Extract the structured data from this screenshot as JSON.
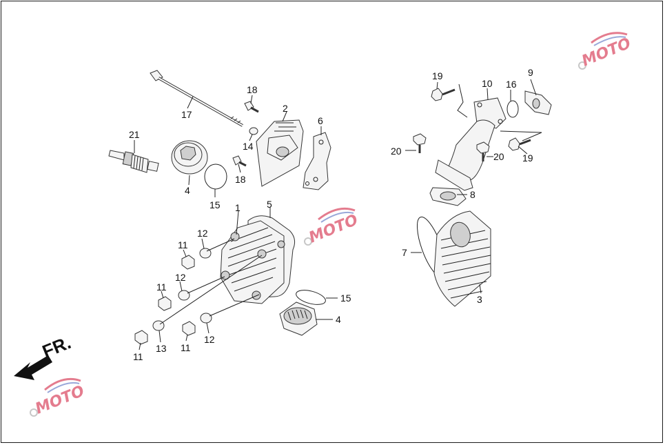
{
  "diagram": {
    "orientation_label": "FR.",
    "watermark_text": "MOTO",
    "accent_colors": {
      "watermark_red": "#d9455f",
      "watermark_blue": "#6f84c9",
      "watermark_gear": "#b0b0b0"
    },
    "callouts": [
      {
        "id": "c1",
        "text": "1"
      },
      {
        "id": "c2",
        "text": "2"
      },
      {
        "id": "c3",
        "text": "3"
      },
      {
        "id": "c4a",
        "text": "4"
      },
      {
        "id": "c4b",
        "text": "4"
      },
      {
        "id": "c5",
        "text": "5"
      },
      {
        "id": "c6",
        "text": "6"
      },
      {
        "id": "c7",
        "text": "7"
      },
      {
        "id": "c8",
        "text": "8"
      },
      {
        "id": "c9",
        "text": "9"
      },
      {
        "id": "c10",
        "text": "10"
      },
      {
        "id": "c11a",
        "text": "11"
      },
      {
        "id": "c11b",
        "text": "11"
      },
      {
        "id": "c11c",
        "text": "11"
      },
      {
        "id": "c11d",
        "text": "11"
      },
      {
        "id": "c12a",
        "text": "12"
      },
      {
        "id": "c12b",
        "text": "12"
      },
      {
        "id": "c12c",
        "text": "12"
      },
      {
        "id": "c13",
        "text": "13"
      },
      {
        "id": "c14",
        "text": "14"
      },
      {
        "id": "c15a",
        "text": "15"
      },
      {
        "id": "c15b",
        "text": "15"
      },
      {
        "id": "c16",
        "text": "16"
      },
      {
        "id": "c17",
        "text": "17"
      },
      {
        "id": "c18a",
        "text": "18"
      },
      {
        "id": "c18b",
        "text": "18"
      },
      {
        "id": "c19a",
        "text": "19"
      },
      {
        "id": "c19b",
        "text": "19"
      },
      {
        "id": "c20a",
        "text": "20"
      },
      {
        "id": "c20b",
        "text": "20"
      },
      {
        "id": "c21",
        "text": "21"
      }
    ]
  }
}
